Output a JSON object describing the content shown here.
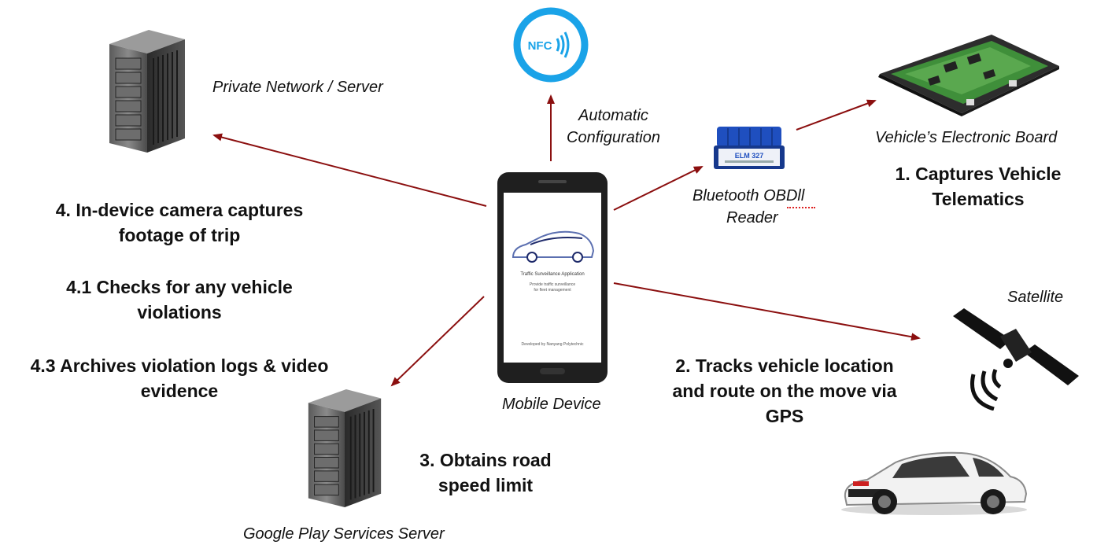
{
  "labels": {
    "private_server": "Private Network / Server",
    "automatic_config_line1": "Automatic",
    "automatic_config_line2": "Configuration",
    "electronic_board": "Vehicle’s Electronic Board",
    "obd_line1": "Bluetooth OBDll",
    "obd_line2": "Reader",
    "satellite": "Satellite",
    "mobile_device": "Mobile Device",
    "google_server": "Google Play Services Server"
  },
  "steps": {
    "step1_line1": "1. Captures Vehicle",
    "step1_line2": "Telematics",
    "step2_line1": "2. Tracks vehicle location",
    "step2_line2": "and route on the move via",
    "step2_line3": "GPS",
    "step3_line1": "3. Obtains road",
    "step3_line2": "speed limit",
    "step4_line1": "4. In-device camera captures",
    "step4_line2": "footage of trip",
    "step41_line1": "4.1 Checks for any vehicle",
    "step41_line2": "violations",
    "step43_line1": "4.3 Archives violation logs & video",
    "step43_line2": "evidence"
  },
  "phone_screen": {
    "title": "Traffic Surveillance Application",
    "subtitle_line1": "Provide traffic surveillance",
    "subtitle_line2": "for fleet management",
    "footer": "Developed by Nanyang Polytechnic"
  },
  "nfc_text": "NFC",
  "obd_device_text": "ELM 327",
  "colors": {
    "arrow": "#8b0f0f",
    "nfc_blue": "#1aa3e8",
    "obd_blue": "#1f4fbf"
  }
}
